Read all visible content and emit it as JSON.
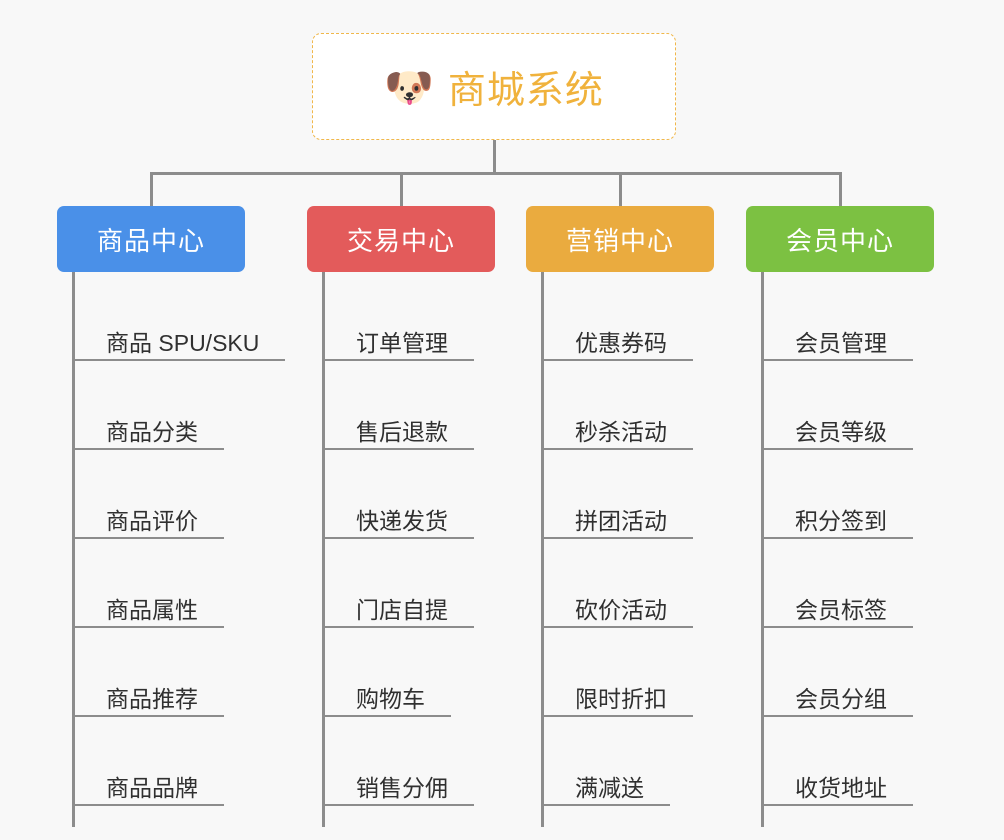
{
  "page": {
    "background_color": "#f8f8f8",
    "type": "mind-map"
  },
  "root": {
    "icon": "dog-face-icon",
    "icon_glyph": "🐶",
    "title": "商城系统",
    "text_color": "#f0b23c",
    "border_color": "#f0b74a",
    "background_color": "#ffffff"
  },
  "connector": {
    "color": "#8c8c8c"
  },
  "branches": [
    {
      "id": "product-center",
      "label": "商品中心",
      "color": "#4a90e8",
      "items": [
        {
          "label": "商品 SPU/SKU"
        },
        {
          "label": "商品分类"
        },
        {
          "label": "商品评价"
        },
        {
          "label": "商品属性"
        },
        {
          "label": "商品推荐"
        },
        {
          "label": "商品品牌"
        }
      ]
    },
    {
      "id": "trade-center",
      "label": "交易中心",
      "color": "#e35b5b",
      "items": [
        {
          "label": "订单管理"
        },
        {
          "label": "售后退款"
        },
        {
          "label": "快递发货"
        },
        {
          "label": "门店自提"
        },
        {
          "label": "购物车"
        },
        {
          "label": "销售分佣"
        }
      ]
    },
    {
      "id": "marketing-center",
      "label": "营销中心",
      "color": "#eaab3f",
      "items": [
        {
          "label": "优惠券码"
        },
        {
          "label": "秒杀活动"
        },
        {
          "label": "拼团活动"
        },
        {
          "label": "砍价活动"
        },
        {
          "label": "限时折扣"
        },
        {
          "label": "满减送"
        }
      ]
    },
    {
      "id": "member-center",
      "label": "会员中心",
      "color": "#7cc142",
      "items": [
        {
          "label": "会员管理"
        },
        {
          "label": "会员等级"
        },
        {
          "label": "积分签到"
        },
        {
          "label": "会员标签"
        },
        {
          "label": "会员分组"
        },
        {
          "label": "收货地址"
        }
      ]
    }
  ]
}
